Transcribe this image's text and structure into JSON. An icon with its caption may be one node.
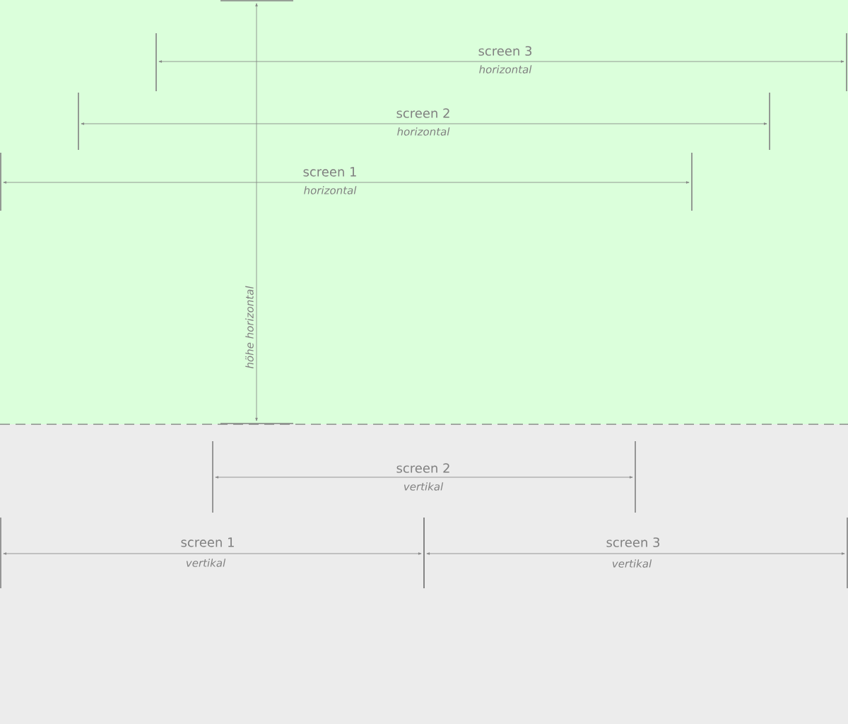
{
  "diagram": {
    "labels": [
      "screen 3",
      "horizontal",
      "screen 2",
      "horizontal",
      "screen 1",
      "horizontal",
      "höhe horizontal",
      "screen 2",
      "vertikal",
      "screen 1",
      "vertikal",
      "screen 3",
      "vertikal"
    ]
  }
}
